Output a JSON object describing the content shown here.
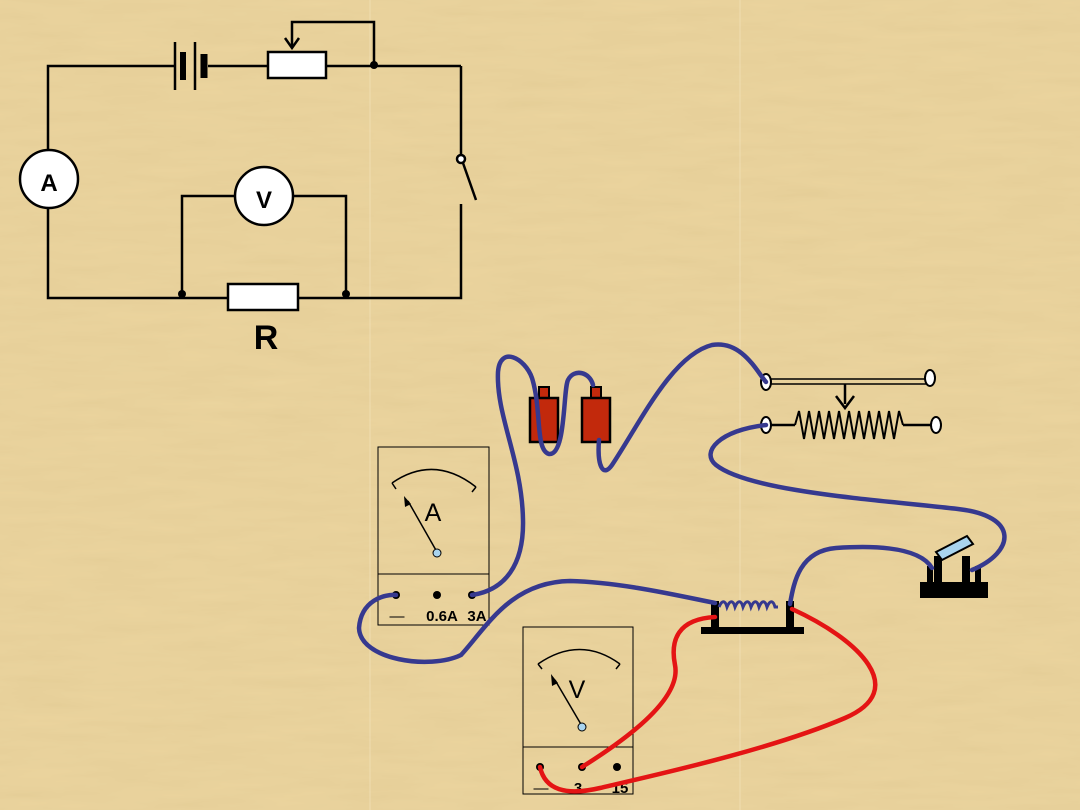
{
  "schematic": {
    "ammeter_symbol": "A",
    "voltmeter_symbol": "V",
    "resistor_label": "R"
  },
  "ammeter": {
    "symbol": "A",
    "terminals": [
      "—",
      "0.6A",
      "3A"
    ]
  },
  "voltmeter": {
    "symbol": "V",
    "terminals": [
      "—",
      "3",
      "15"
    ]
  },
  "colors": {
    "background": "#ecd59f",
    "main_wire": "#36398f",
    "voltmeter_wire": "#e41414",
    "battery_cell": "#c2290c",
    "line": "#000000",
    "needle_tip": "#a9d4ee"
  },
  "icons": [
    "battery-icon",
    "rheostat-icon",
    "switch-icon",
    "resistor-icon",
    "ammeter-icon",
    "voltmeter-icon"
  ]
}
